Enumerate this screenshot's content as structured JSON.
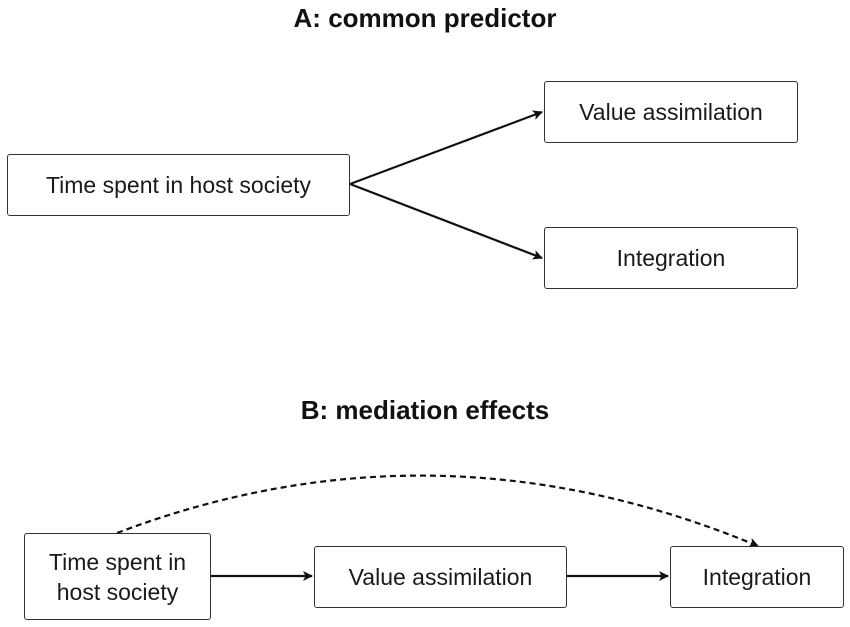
{
  "panel_a": {
    "title": "A: common predictor",
    "nodes": {
      "time": "Time spent in host society",
      "value": "Value assimilation",
      "integration": "Integration"
    }
  },
  "panel_b": {
    "title": "B: mediation effects",
    "nodes": {
      "time_line1": "Time spent in",
      "time_line2": "host society",
      "value": "Value assimilation",
      "integration": "Integration"
    }
  },
  "colors": {
    "stroke": "#111111",
    "box_border": "#333333",
    "background": "#ffffff"
  }
}
